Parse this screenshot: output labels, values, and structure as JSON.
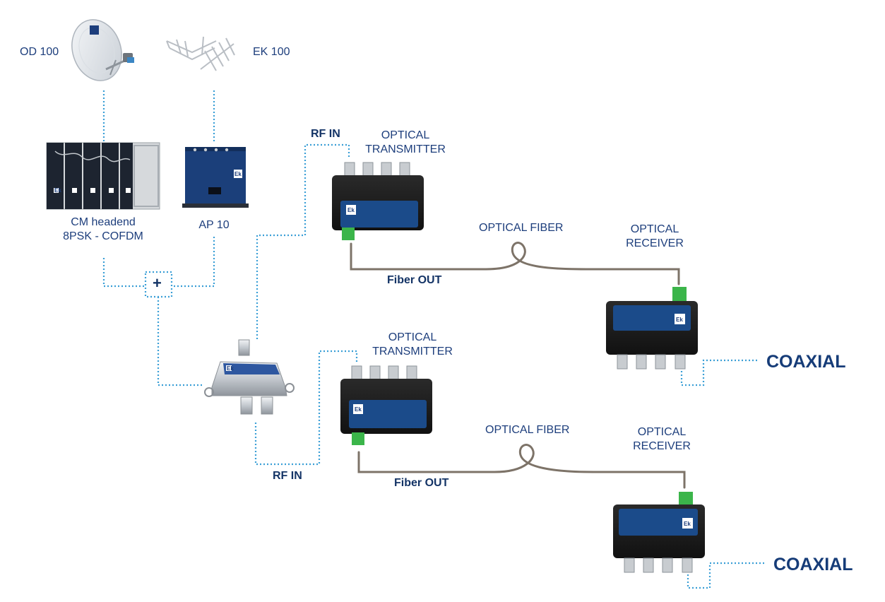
{
  "sources": {
    "satellite_label": "OD 100",
    "antenna_label": "EK 100"
  },
  "headend": {
    "cm_line1": "CM headend",
    "cm_line2": "8PSK - COFDM",
    "ap_label": "AP 10"
  },
  "combiner": {
    "symbol": "+"
  },
  "chain_top": {
    "rf_in": "RF IN",
    "transmitter_line1": "OPTICAL",
    "transmitter_line2": "TRANSMITTER",
    "fiber_label": "OPTICAL FIBER",
    "fiber_out": "Fiber OUT",
    "receiver_line1": "OPTICAL",
    "receiver_line2": "RECEIVER",
    "output": "COAXIAL"
  },
  "chain_bottom": {
    "rf_in": "RF IN",
    "transmitter_line1": "OPTICAL",
    "transmitter_line2": "TRANSMITTER",
    "fiber_label": "OPTICAL FIBER",
    "fiber_out": "Fiber OUT",
    "receiver_line1": "OPTICAL",
    "receiver_line2": "RECEIVER",
    "output": "COAXIAL"
  },
  "device_logo": "Ek",
  "colors": {
    "accent": "#1d3e7c",
    "dotted_link": "#3b9fd6",
    "fiber_cable": "#7d7368",
    "device_body": "#1c1c1c",
    "device_panel": "#1b4b8a",
    "fiber_connector": "#3bb54a"
  }
}
